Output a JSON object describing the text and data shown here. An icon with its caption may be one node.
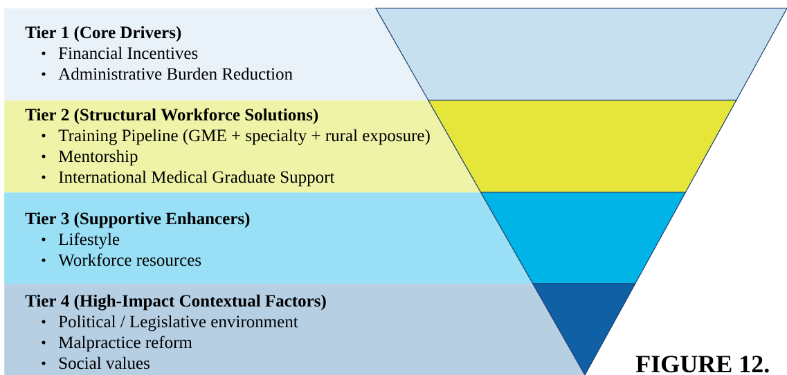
{
  "diagram": {
    "nodes": [
      {
        "text": [
          "Tier 1 (Core Drivers)",
          "Financial Incentives",
          "Administrative Burden Reduction"
        ]
      },
      {
        "text": [
          "Tier 2 (Structural Workforce Solutions)",
          "Training Pipeline (GME + specialty + rural exposure)",
          "Mentorship",
          "International Medical Graduate Support"
        ]
      },
      {
        "text": [
          "Tier 3 (Supportive Enhancers)",
          "Lifestyle",
          "Workforce resources"
        ]
      },
      {
        "text": [
          "Tier 4 (High-Impact Contextual Factors)",
          "Political / Legislative environment",
          "Malpractice reform",
          "Social values"
        ]
      }
    ],
    "labels": [
      "FIGURE 12."
    ]
  }
}
